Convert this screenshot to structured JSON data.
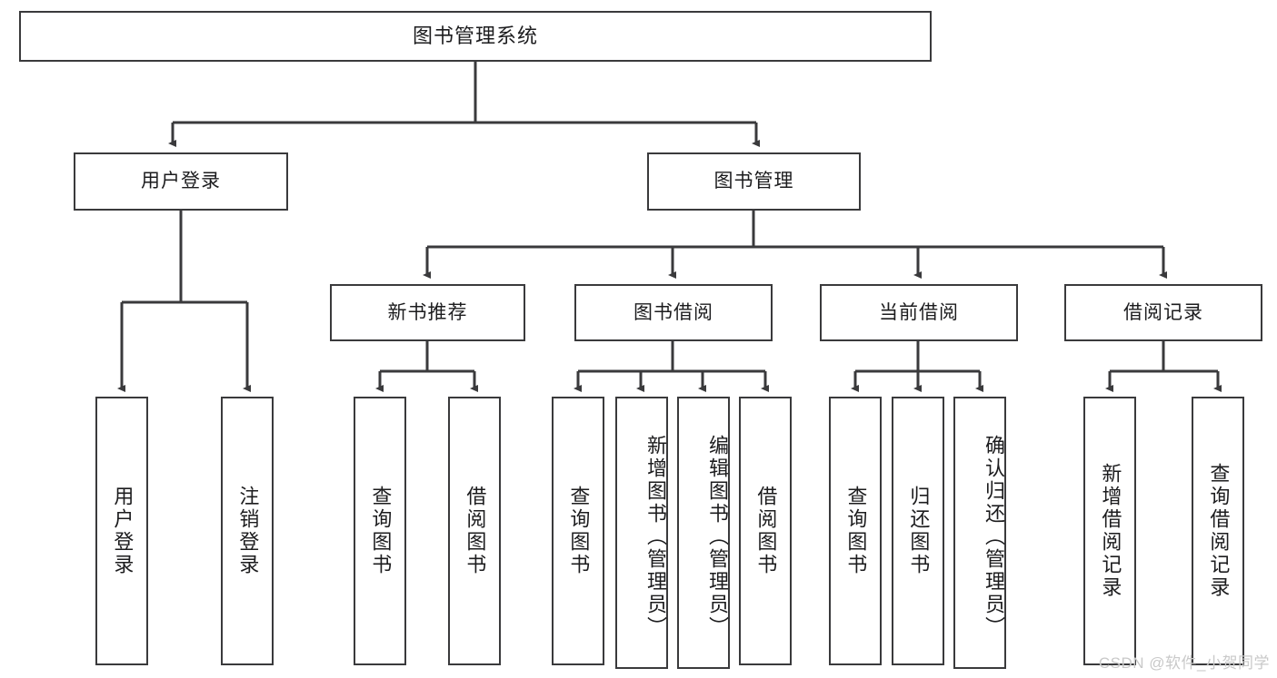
{
  "diagram": {
    "title": "图书管理系统",
    "type": "hierarchy-tree",
    "root": {
      "label": "图书管理系统"
    },
    "level2": [
      {
        "label": "用户登录"
      },
      {
        "label": "图书管理"
      }
    ],
    "level3": [
      {
        "label": "新书推荐"
      },
      {
        "label": "图书借阅"
      },
      {
        "label": "当前借阅"
      },
      {
        "label": "借阅记录"
      }
    ],
    "leaves": {
      "user_login": [
        {
          "label": "用户登录"
        },
        {
          "label": "注销登录"
        }
      ],
      "new_book_recommend": [
        {
          "label": "查询图书"
        },
        {
          "label": "借阅图书"
        }
      ],
      "book_borrow": [
        {
          "label": "查询图书"
        },
        {
          "label": "新增图书（管理员）"
        },
        {
          "label": "编辑图书（管理员）"
        },
        {
          "label": "借阅图书"
        }
      ],
      "current_borrow": [
        {
          "label": "查询图书"
        },
        {
          "label": "归还图书"
        },
        {
          "label": "确认归还（管理员）"
        }
      ],
      "borrow_record": [
        {
          "label": "新增借阅记录"
        },
        {
          "label": "查询借阅记录"
        }
      ]
    }
  },
  "watermark": {
    "text": "CSDN @软件_小贺同学"
  },
  "colors": {
    "border": "#3a3a3c",
    "text": "#1c1c1e",
    "background": "#ffffff",
    "watermark": "#c9c9c9"
  }
}
